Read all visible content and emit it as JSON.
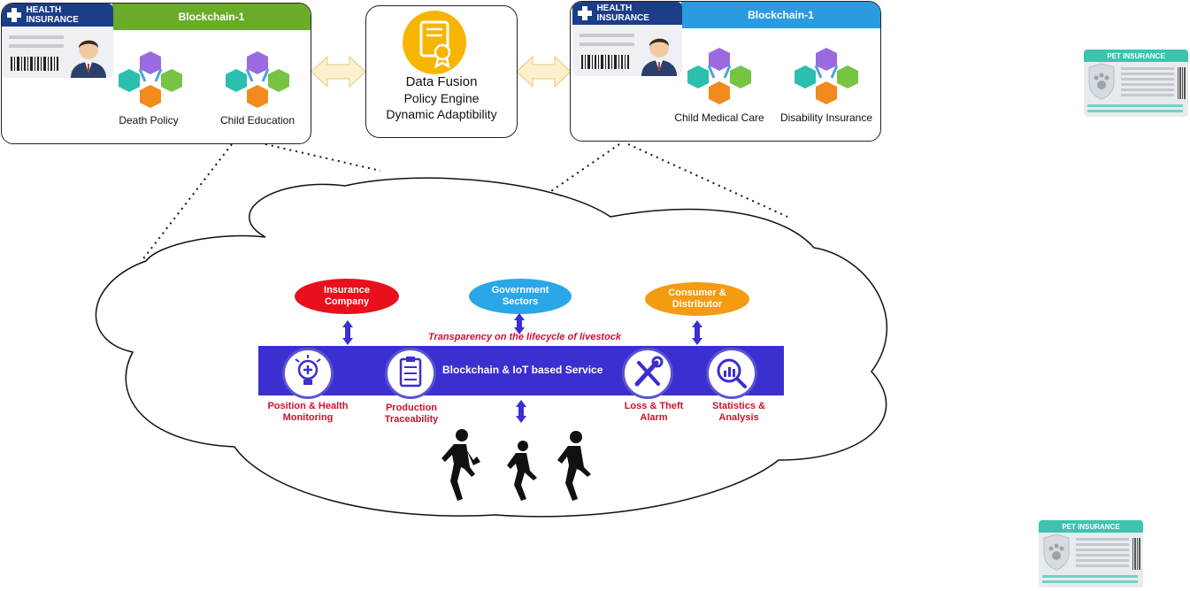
{
  "left_panel": {
    "card_title": "HEALTH INSURANCE",
    "header": "Blockchain-1",
    "header_color": "#6aab2a",
    "policies": [
      "Death Policy",
      "Child Education"
    ]
  },
  "right_panel": {
    "card_title": "HEALTH INSURANCE",
    "header": "Blockchain-1",
    "header_color": "#2a9be0",
    "policies": [
      "Child Medical Care",
      "Disability Insurance"
    ]
  },
  "center": {
    "lines": [
      "Data Fusion",
      "Policy Engine",
      "Dynamic Adaptibility"
    ]
  },
  "cloud": {
    "stakeholders": [
      "Insurance Company",
      "Government Sectors",
      "Consumer & Distributor"
    ],
    "stakeholder_colors": [
      "#e8101c",
      "#2aa7e8",
      "#f39c12"
    ],
    "transparency": "Transparency on the lifecycle of livestock",
    "service": "Blockchain & IoT based Service",
    "service_items": [
      "Position & Health Monitoring",
      "Production Traceability",
      "Loss & Theft Alarm",
      "Statistics & Analysis"
    ]
  },
  "pet_cards": [
    {
      "title": "PET INSURANCE"
    },
    {
      "title": "PET INSURANCE"
    }
  ]
}
